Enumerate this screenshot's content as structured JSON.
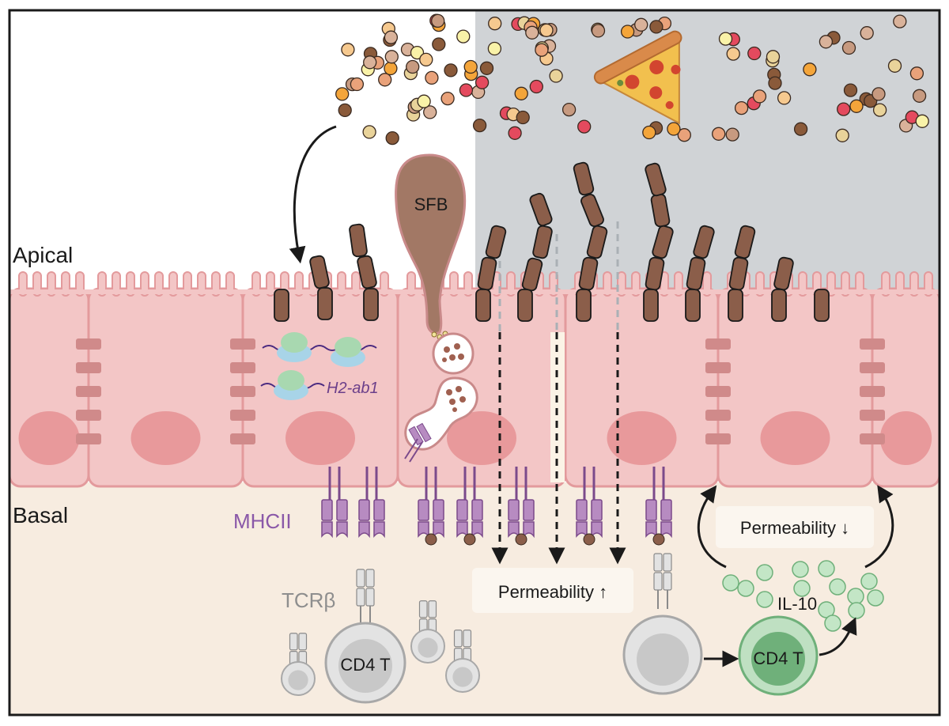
{
  "labels": {
    "apical": "Apical",
    "basal": "Basal",
    "sfb": "SFB",
    "gene": "H2-ab1",
    "mhcii": "MHCII",
    "tcr": "TCRβ",
    "cd4_left": "CD4 T",
    "cd4_right": "CD4 T",
    "il10": "IL-10",
    "perm_up": "Permeability ↑",
    "perm_down": "Permeability ↓"
  },
  "icons": [
    "pizza-slice-icon",
    "food-particle-icon",
    "bacterium-icon",
    "mhcii-receptor-icon",
    "tcr-receptor-icon",
    "t-cell-icon",
    "il10-cytokine-icon",
    "mrna-ribosome-icon"
  ],
  "colors": {
    "lumen_shaded": "#d0d3d6",
    "cell_fill": "#f3c6c6",
    "cell_border": "#e39a9c",
    "nucleus": "#e8999b",
    "tight_junction": "#d08a8a",
    "basal_bg": "#f7ece0",
    "bacteria": "#a07460",
    "mhcii": "#b78bc1",
    "mhcii_stroke": "#7b4a8b",
    "tcell": "#dcdcdc",
    "treg": "#bfe0c2",
    "treg_core": "#6fb07a",
    "il10": "#c3e6c6"
  }
}
